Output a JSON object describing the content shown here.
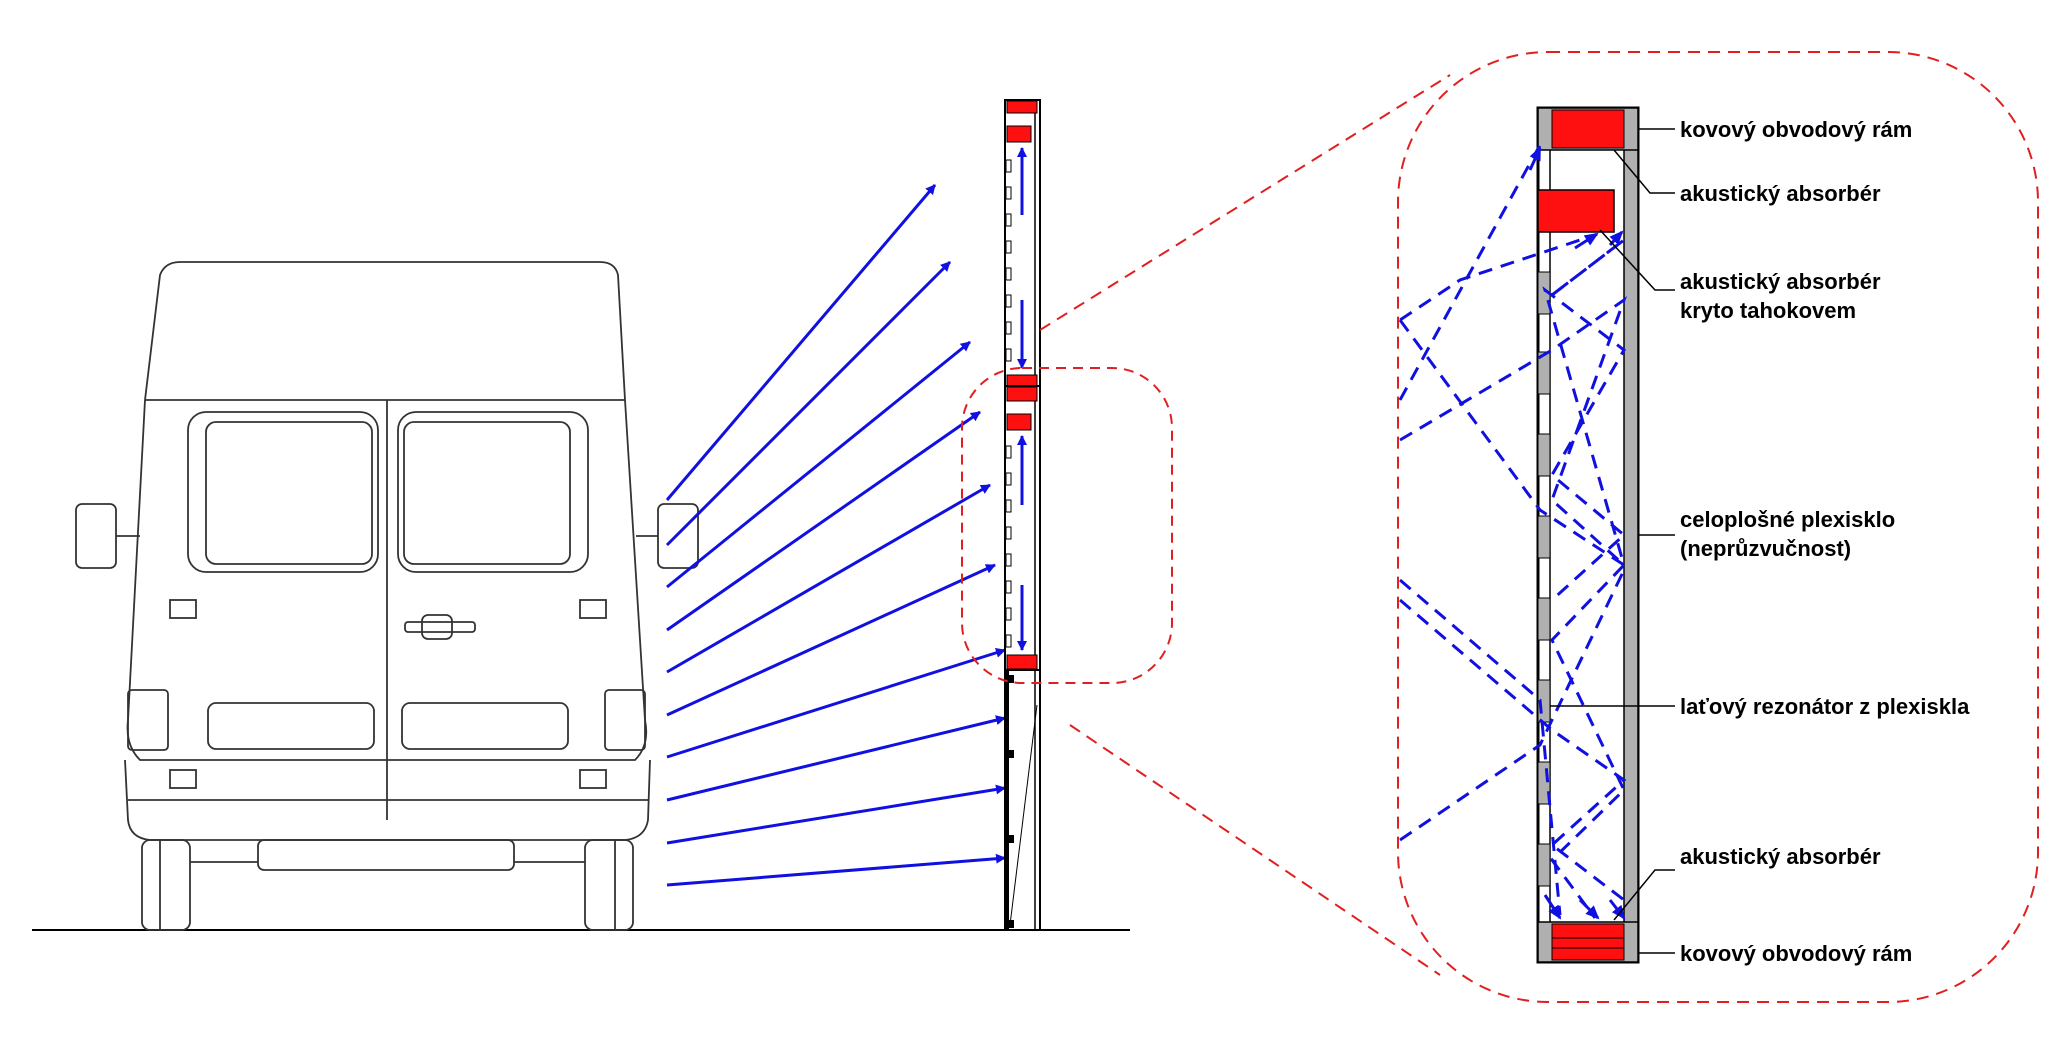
{
  "diagram": {
    "labels": {
      "frame_top": "kovový obvodový rám",
      "absorber_top": "akustický absorbér",
      "absorber_covered_line1": "akustický absorbér",
      "absorber_covered_line2": "kryto tahokovem",
      "plexiglass_line1": "celoplošné plexisklo",
      "plexiglass_line2": "(neprůzvučnost)",
      "slat_resonator": "laťový rezonátor z plexiskla",
      "absorber_bottom": "akustický absorbér",
      "frame_bottom": "kovový obvodový rám"
    },
    "colors": {
      "sound_ray": "#1010e0",
      "absorber": "#ff1010",
      "detail_outline": "#e02020",
      "slat": "#b0b0b0",
      "line": "#000000"
    }
  }
}
